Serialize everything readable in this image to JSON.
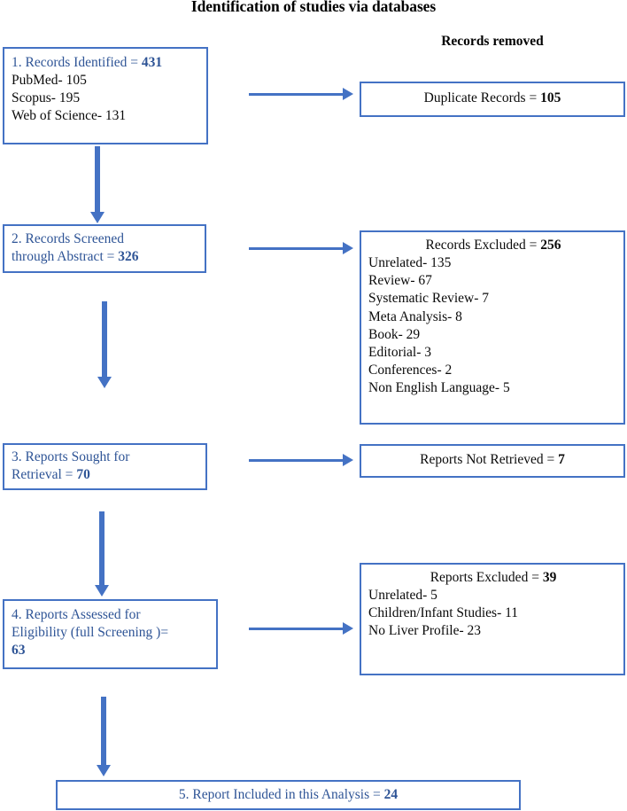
{
  "title": "Identification of studies via databases",
  "removed_header": "Records removed",
  "colors": {
    "box_border": "#4472C4",
    "arrow": "#4472C4",
    "blue_text": "#2E5496",
    "black_text": "#0a0a0a",
    "background": "#ffffff"
  },
  "flow": {
    "stage1": {
      "heading": "1. Records Identified = ",
      "heading_value": "431",
      "sources": [
        "PubMed- 105",
        "Scopus- 195",
        "Web of Science- 131"
      ]
    },
    "stage2": {
      "line1": "2. Records Screened",
      "line2": "through Abstract = ",
      "line2_value": "326"
    },
    "stage3": {
      "line1": "3. Reports Sought for",
      "line2": "Retrieval = ",
      "line2_value": "70"
    },
    "stage4": {
      "line1": "4. Reports Assessed for",
      "line2": "Eligibility (full Screening )=",
      "line3_value": "63"
    },
    "stage5": {
      "text": "5. Report Included in this Analysis = ",
      "value": "24"
    }
  },
  "excluded": {
    "duplicates": {
      "label": "Duplicate Records =  ",
      "value": "105"
    },
    "records_excluded": {
      "heading": "Records Excluded = ",
      "heading_value": "256",
      "reasons": [
        "Unrelated-  135",
        "Review-  67",
        "Systematic Review- 7",
        "Meta Analysis- 8",
        "Book- 29",
        "Editorial- 3",
        "Conferences-  2",
        "Non English Language-  5"
      ]
    },
    "not_retrieved": {
      "label": "Reports Not Retrieved = ",
      "value": "7"
    },
    "reports_excluded": {
      "heading": "Reports Excluded = ",
      "heading_value": "39",
      "reasons": [
        "Unrelated-  5",
        "Children/Infant Studies- 11",
        "No Liver Profile- 23"
      ]
    }
  },
  "chart_data": {
    "type": "diagram",
    "title": "Identification of studies via databases",
    "nodes": [
      {
        "id": 1,
        "label": "Records Identified",
        "value": 431,
        "breakdown": {
          "PubMed": 105,
          "Scopus": 195,
          "Web of Science": 131
        }
      },
      {
        "id": 2,
        "label": "Records Screened through Abstract",
        "value": 326
      },
      {
        "id": 3,
        "label": "Reports Sought for Retrieval",
        "value": 70
      },
      {
        "id": 4,
        "label": "Reports Assessed for Eligibility (full Screening)",
        "value": 63
      },
      {
        "id": 5,
        "label": "Report Included in this Analysis",
        "value": 24
      }
    ],
    "exclusions": [
      {
        "from": 1,
        "label": "Duplicate Records",
        "value": 105
      },
      {
        "from": 2,
        "label": "Records Excluded",
        "value": 256,
        "breakdown": {
          "Unrelated": 135,
          "Review": 67,
          "Systematic Review": 7,
          "Meta Analysis": 8,
          "Book": 29,
          "Editorial": 3,
          "Conferences": 2,
          "Non English Language": 5
        }
      },
      {
        "from": 3,
        "label": "Reports Not Retrieved",
        "value": 7
      },
      {
        "from": 4,
        "label": "Reports Excluded",
        "value": 39,
        "breakdown": {
          "Unrelated": 5,
          "Children/Infant Studies": 11,
          "No Liver Profile": 23
        }
      }
    ]
  }
}
